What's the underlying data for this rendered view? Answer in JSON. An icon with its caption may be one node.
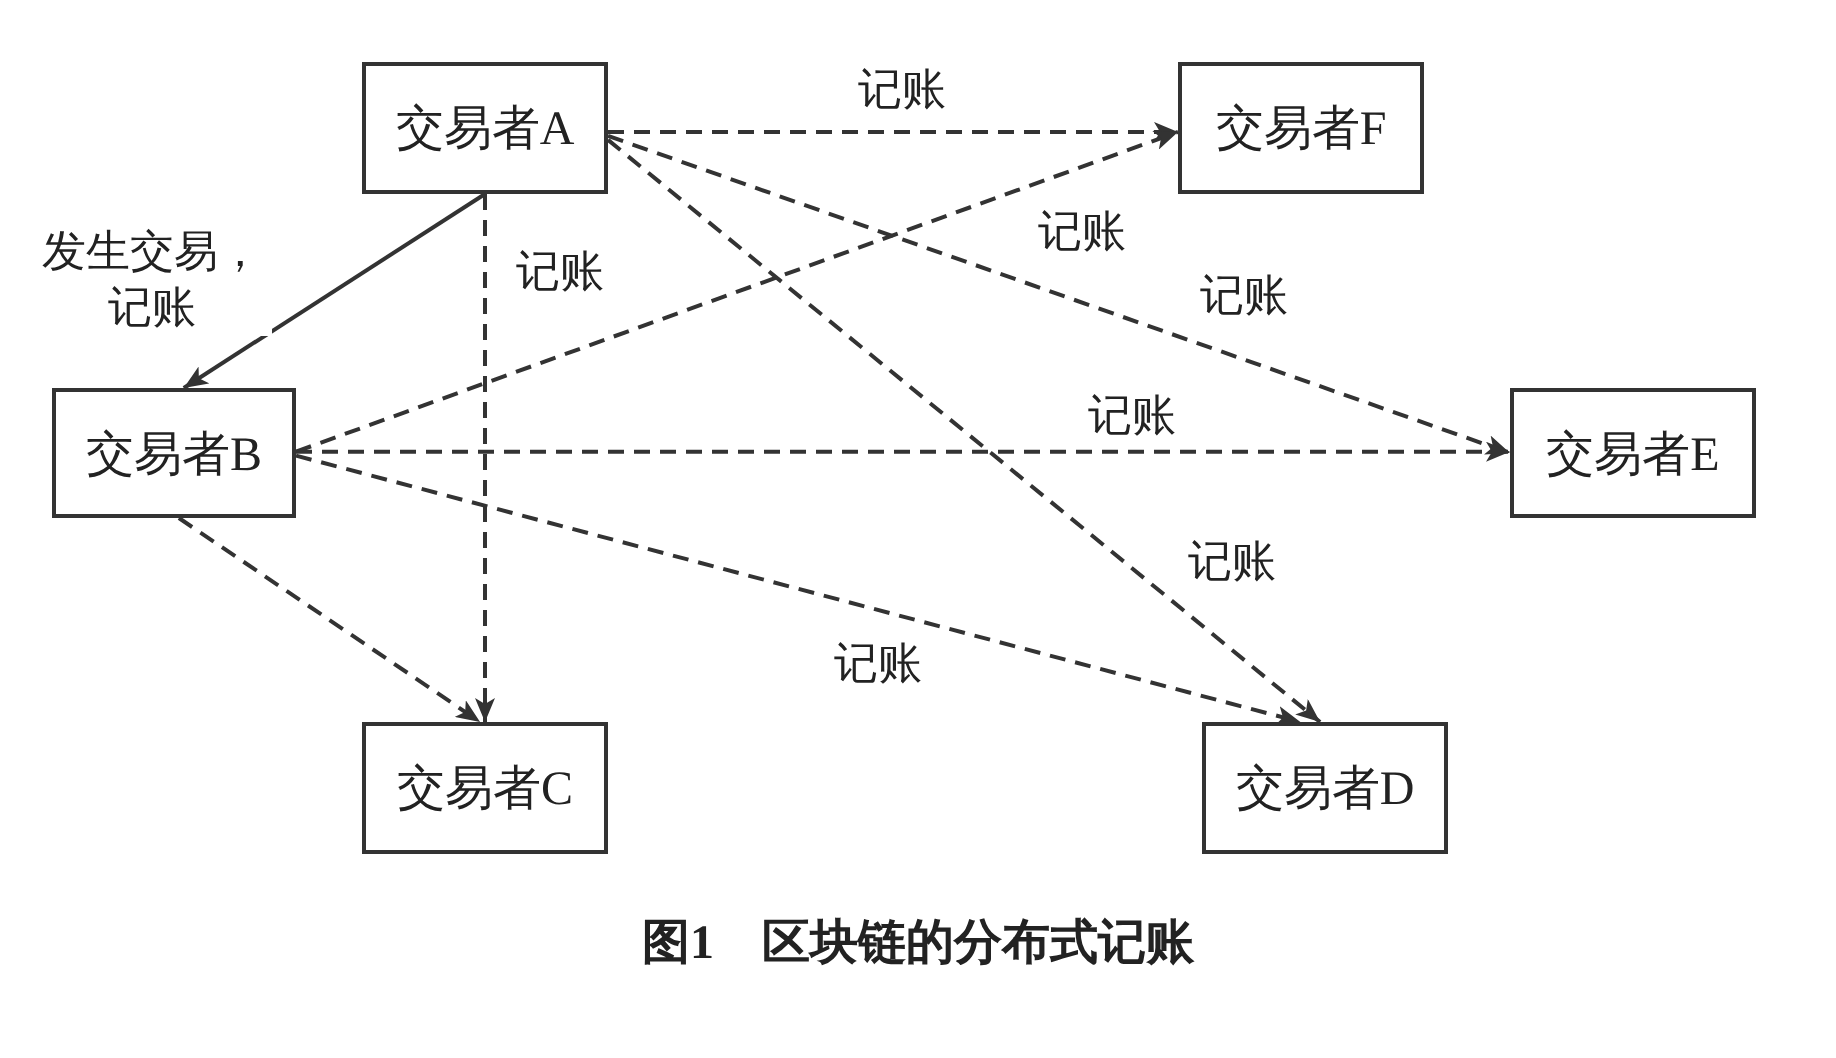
{
  "diagram": {
    "caption": "图1　区块链的分布式记账",
    "nodes": [
      {
        "text": [
          "交易者A"
        ]
      },
      {
        "text": [
          "交易者F"
        ]
      },
      {
        "text": [
          "交易者B"
        ]
      },
      {
        "text": [
          "交易者E"
        ]
      },
      {
        "text": [
          "交易者C"
        ]
      },
      {
        "text": [
          "交易者D"
        ]
      }
    ],
    "edges": [
      {
        "from": 0,
        "to": 2,
        "arrow": "to",
        "label": "发生交易，记账"
      },
      {
        "from": 0,
        "to": 4,
        "arrow": "to",
        "style": "dashed",
        "label": "记账"
      },
      {
        "from": 0,
        "to": 1,
        "arrow": "to",
        "style": "dashed",
        "label": "记账"
      },
      {
        "from": 0,
        "to": 3,
        "arrow": "to",
        "style": "dashed",
        "label": "记账"
      },
      {
        "from": 0,
        "to": 5,
        "arrow": "to",
        "style": "dashed",
        "label": "记账"
      },
      {
        "from": 2,
        "to": 1,
        "arrow": "to",
        "style": "dashed",
        "label": "记账"
      },
      {
        "from": 2,
        "to": 3,
        "arrow": "to",
        "style": "dashed",
        "label": "记账"
      },
      {
        "from": 2,
        "to": 5,
        "arrow": "to",
        "style": "dashed",
        "label": "记账"
      },
      {
        "from": 2,
        "to": 4,
        "arrow": "to",
        "style": "dashed"
      }
    ]
  }
}
